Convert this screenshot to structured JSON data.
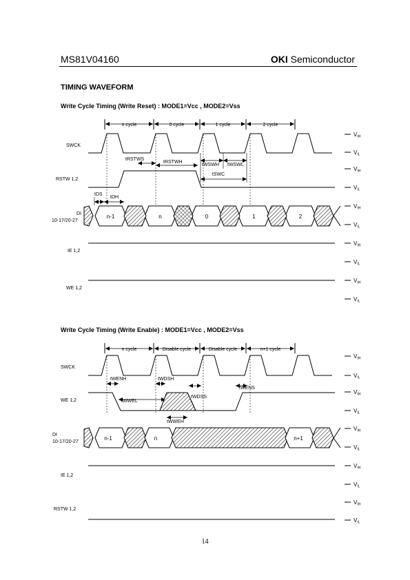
{
  "header": {
    "part_number": "MS81V04160",
    "company_bold": "OKI",
    "company_rest": " Semiconductor"
  },
  "section_title": "TIMING WAVEFORM",
  "diagram1": {
    "title": "Write Cycle Timing (Write Reset)  :  MODE1=Vcc , MODE2=Vss",
    "cycles": [
      "n cycle",
      "0 cycle",
      "1 cycle",
      "2 cycle"
    ],
    "signals": [
      "SWCK",
      "RSTW 1,2",
      "DI",
      "10-17/20-27",
      "IE 1,2",
      "WE 1,2"
    ],
    "params": [
      "tRSTWS",
      "tRSTWH",
      "tWSWH",
      "tWSWL",
      "tSWC",
      "tDS",
      "tDH"
    ],
    "data_labels": [
      "n-1",
      "n",
      "0",
      "1",
      "2"
    ]
  },
  "diagram2": {
    "title": "Write Cycle Timing (Write Enable)  :  MODE1=Vcc , MODE2=Vss",
    "cycles": [
      "n cycle",
      "Disable cycle",
      "Disable cycle",
      "n+1 cycle"
    ],
    "signals": [
      "SWCK",
      "WE 1,2",
      "DI",
      "10-17/20-27",
      "IE 1,2",
      "RSTW 1,2"
    ],
    "params": [
      "tWENH",
      "tWDSH",
      "tWWEL",
      "tWDSS",
      "tWENS",
      "tWWEH"
    ],
    "data_labels": [
      "n-1",
      "n",
      "n+1"
    ]
  },
  "levels": {
    "v": "V",
    "ih": "IH",
    "il": "IL"
  },
  "page_number": "14"
}
